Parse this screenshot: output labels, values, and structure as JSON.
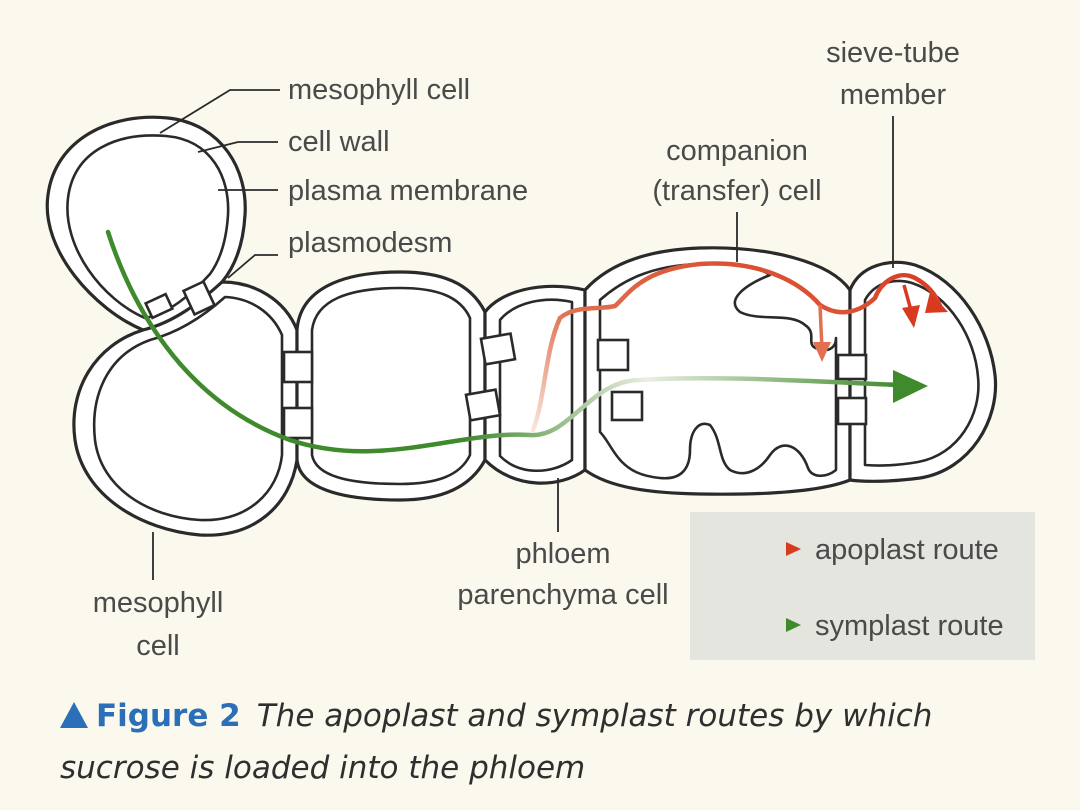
{
  "labels": {
    "mesophyll_top": "mesophyll cell",
    "cell_wall": "cell wall",
    "plasma_membrane": "plasma membrane",
    "plasmodesm": "plasmodesm",
    "companion_line1": "companion",
    "companion_line2": "(transfer) cell",
    "sieve_line1": "sieve-tube",
    "sieve_line2": "member",
    "phloem_line1": "phloem",
    "phloem_line2": "parenchyma cell",
    "mesophyll_bottom_line1": "mesophyll",
    "mesophyll_bottom_line2": "cell"
  },
  "key": {
    "apoplast": "apoplast route",
    "symplast": "symplast route"
  },
  "caption": {
    "figure": "Figure 2",
    "text_line1": "The apoplast and symplast routes by which",
    "text_line2": "sucrose is loaded into the phloem"
  },
  "colors": {
    "apoplast": "#d83a20",
    "symplast": "#3f8a2c",
    "background": "#fbf9ee",
    "key_box": "#e4e5de",
    "figure_label": "#2a6fb8"
  }
}
